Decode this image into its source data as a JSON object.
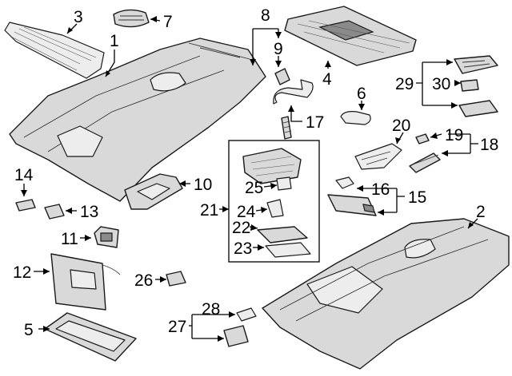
{
  "callouts": {
    "c1": "1",
    "c2": "2",
    "c3": "3",
    "c4": "4",
    "c5": "5",
    "c6": "6",
    "c7": "7",
    "c8": "8",
    "c9": "9",
    "c10": "10",
    "c11": "11",
    "c12": "12",
    "c13": "13",
    "c14": "14",
    "c15": "15",
    "c16": "16",
    "c17": "17",
    "c18": "18",
    "c19": "19",
    "c20": "20",
    "c21": "21",
    "c22": "22",
    "c23": "23",
    "c24": "24",
    "c25": "25",
    "c26": "26",
    "c27": "27",
    "c28": "28",
    "c29": "29",
    "c30": "30"
  },
  "colors": {
    "line": "#000000",
    "part_fill": "#d9d9d9",
    "background": "#ffffff"
  }
}
